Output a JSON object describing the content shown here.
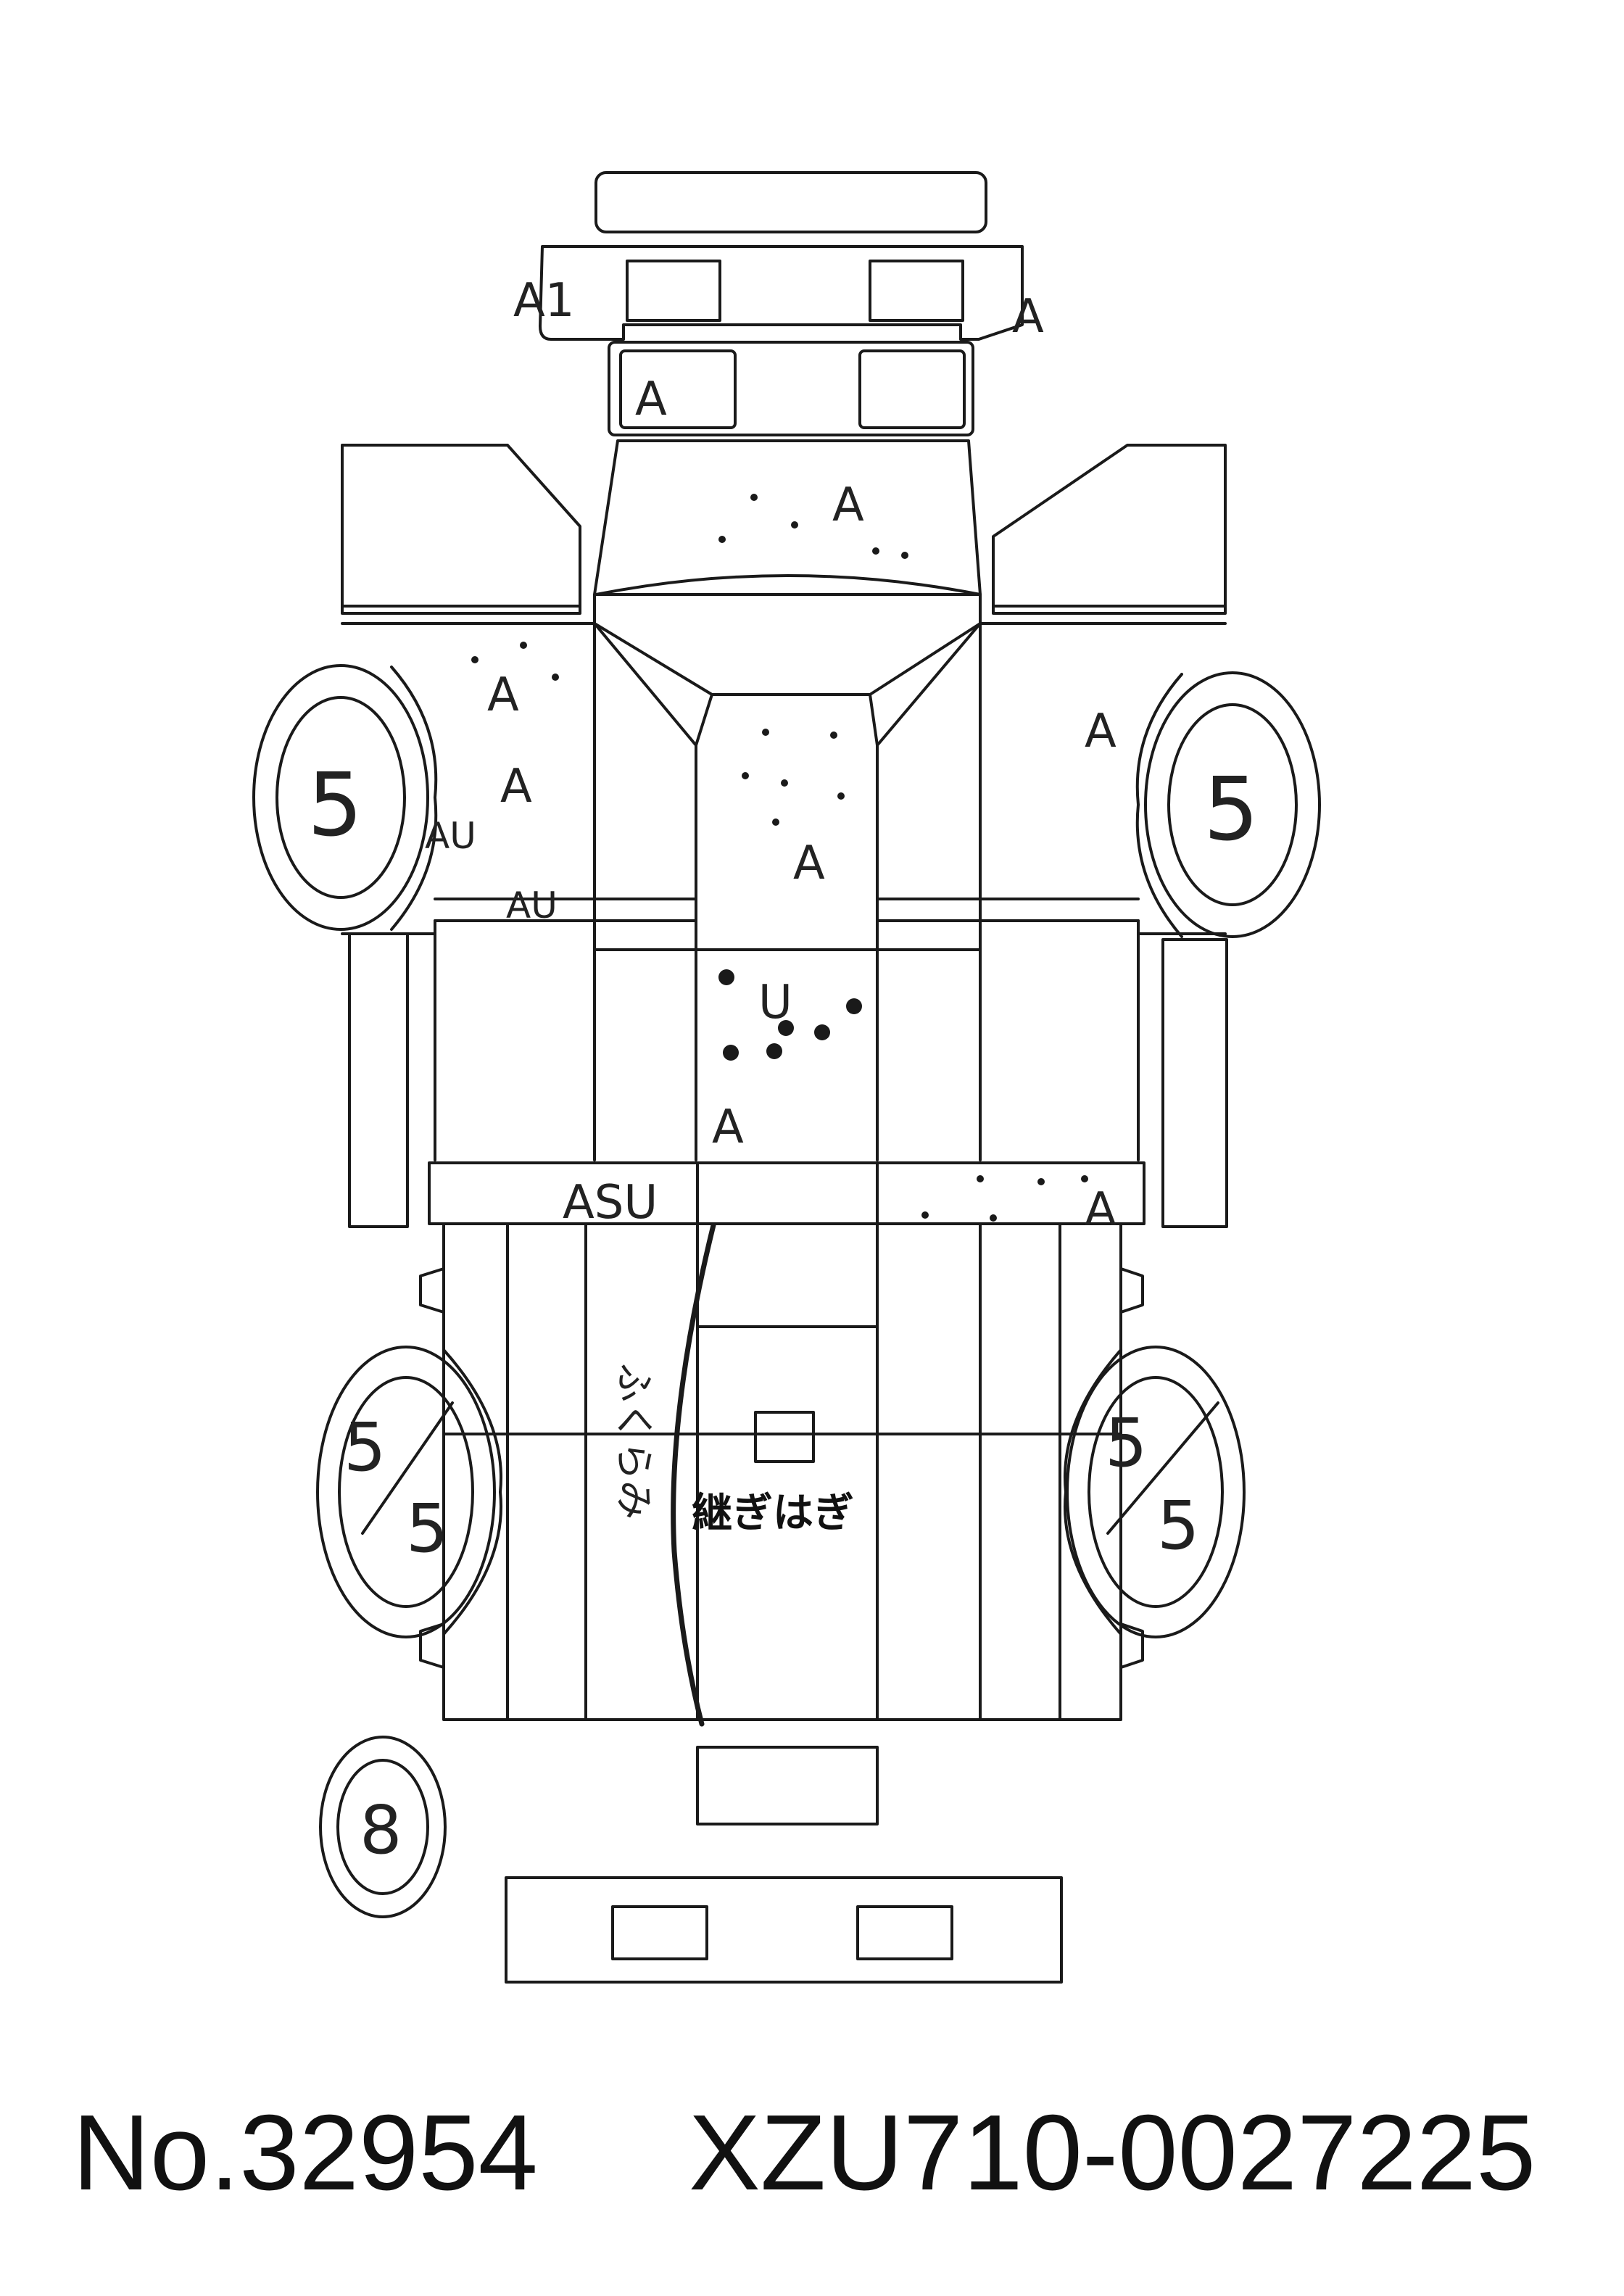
{
  "markings": {
    "front_bumper_left": "A1",
    "front_bumper_right": "A",
    "left_headlamp": "A",
    "hood": "A",
    "front_left_fender": "A",
    "front_left_fender_lower": "A",
    "front_left_wheel_arch": "AU",
    "front_left_door": "AU",
    "cab_center": "A",
    "front_right_fender": "A",
    "floor_center": "U",
    "floor_rear": "A",
    "left_step_sill": "ASU",
    "right_step_sill": "A",
    "bed_vertical_note": "ふくらみ",
    "bed_center_note": "継ぎはぎ"
  },
  "tire_grades": {
    "front_left": "5",
    "front_right": "5",
    "rear_left_top": "5",
    "rear_left_bottom": "5",
    "rear_right_top": "5",
    "rear_right_bottom": "5",
    "spare": "8"
  },
  "footer": {
    "number": "No.32954",
    "chassis": "XZU710-0027225"
  }
}
